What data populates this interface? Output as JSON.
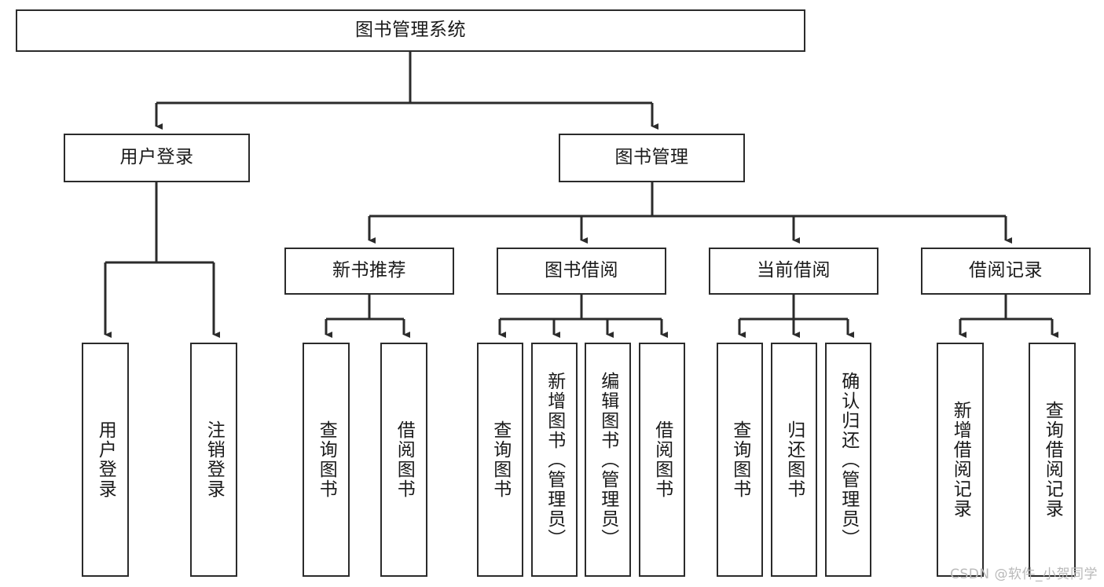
{
  "diagram": {
    "type": "tree-hierarchy",
    "title": "图书管理系统",
    "watermark": "CSDN @软件_小贺同学",
    "colors": {
      "border": "#2b2b2b",
      "background": "#ffffff",
      "text": "#1a1a1a",
      "watermark": "#b9b9b9"
    },
    "nodes": {
      "root": {
        "label": "图书管理系统"
      },
      "level2": [
        {
          "label": "用户登录"
        },
        {
          "label": "图书管理"
        }
      ],
      "level3": [
        {
          "label": "新书推荐"
        },
        {
          "label": "图书借阅"
        },
        {
          "label": "当前借阅"
        },
        {
          "label": "借阅记录"
        }
      ],
      "leaves": {
        "user_login": [
          {
            "label": "用户登录"
          },
          {
            "label": "注销登录"
          }
        ],
        "new_book": [
          {
            "label": "查询图书"
          },
          {
            "label": "借阅图书"
          }
        ],
        "book_borrow": [
          {
            "label": "查询图书"
          },
          {
            "label": "新增图书（管理员）"
          },
          {
            "label": "编辑图书（管理员）"
          },
          {
            "label": "借阅图书"
          }
        ],
        "current_borrow": [
          {
            "label": "查询图书"
          },
          {
            "label": "归还图书"
          },
          {
            "label": "确认归还（管理员）"
          }
        ],
        "borrow_record": [
          {
            "label": "新增借阅记录"
          },
          {
            "label": "查询借阅记录"
          }
        ]
      }
    }
  }
}
